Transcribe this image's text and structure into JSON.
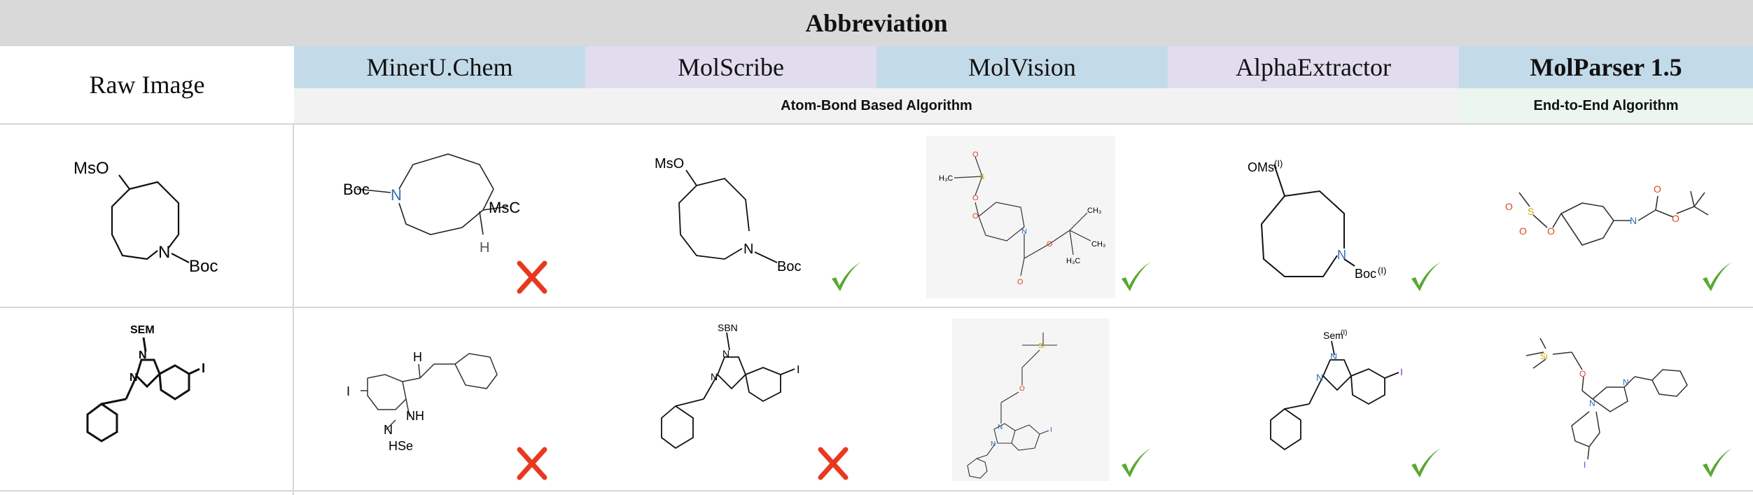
{
  "header": {
    "title": "Abbreviation",
    "raw_image_label": "Raw Image"
  },
  "methods": [
    {
      "name": "MinerU.Chem",
      "bold": false,
      "color": "#c3dbe9"
    },
    {
      "name": "MolScribe",
      "bold": false,
      "color": "#e1dcee"
    },
    {
      "name": "MolVision",
      "bold": false,
      "color": "#c3dbe9"
    },
    {
      "name": "AlphaExtractor",
      "bold": false,
      "color": "#e1dcee"
    },
    {
      "name": "MolParser 1.5",
      "bold": true,
      "color": "#c3dbe9"
    }
  ],
  "categories": {
    "atom_bond": "Atom-Bond Based Algorithm",
    "end_to_end": "End-to-End Algorithm"
  },
  "rows": [
    {
      "raw": {
        "labels": [
          "MsO",
          "N",
          "Boc"
        ]
      },
      "results": [
        {
          "method": "MinerU.Chem",
          "labels": [
            "Boc",
            "N",
            "MsC",
            "H"
          ],
          "mark": "cross"
        },
        {
          "method": "MolScribe",
          "labels": [
            "MsO",
            "N",
            "Boc"
          ],
          "mark": "check"
        },
        {
          "method": "MolVision",
          "labels": [
            "H₃C",
            "S",
            "O",
            "O",
            "O",
            "N",
            "O",
            "O",
            "CH₃",
            "H₃C",
            "CH₃"
          ],
          "mark": "check"
        },
        {
          "method": "AlphaExtractor",
          "labels": [
            "OMs",
            "(I)",
            "N",
            "Boc",
            "(I)"
          ],
          "mark": "check"
        },
        {
          "method": "MolParser 1.5",
          "labels": [
            "O",
            "S",
            "O",
            "O",
            "N",
            "O",
            "O"
          ],
          "mark": "check"
        }
      ]
    },
    {
      "raw": {
        "labels": [
          "SEM",
          "N",
          "N",
          "I"
        ]
      },
      "results": [
        {
          "method": "MinerU.Chem",
          "labels": [
            "H",
            "I",
            "NH",
            "N",
            "HSe"
          ],
          "mark": "cross"
        },
        {
          "method": "MolScribe",
          "labels": [
            "SBN",
            "N",
            "N",
            "I"
          ],
          "mark": "cross"
        },
        {
          "method": "MolVision",
          "labels": [
            "Si",
            "O",
            "N",
            "N",
            "I"
          ],
          "mark": "check"
        },
        {
          "method": "AlphaExtractor",
          "labels": [
            "Sem",
            "(I)",
            "N",
            "N",
            "I"
          ],
          "mark": "check"
        },
        {
          "method": "MolParser 1.5",
          "labels": [
            "Si",
            "O",
            "N",
            "N",
            "I"
          ],
          "mark": "check"
        }
      ]
    }
  ],
  "marks": {
    "check_color": "#5aa832",
    "cross_color": "#e8391f"
  }
}
